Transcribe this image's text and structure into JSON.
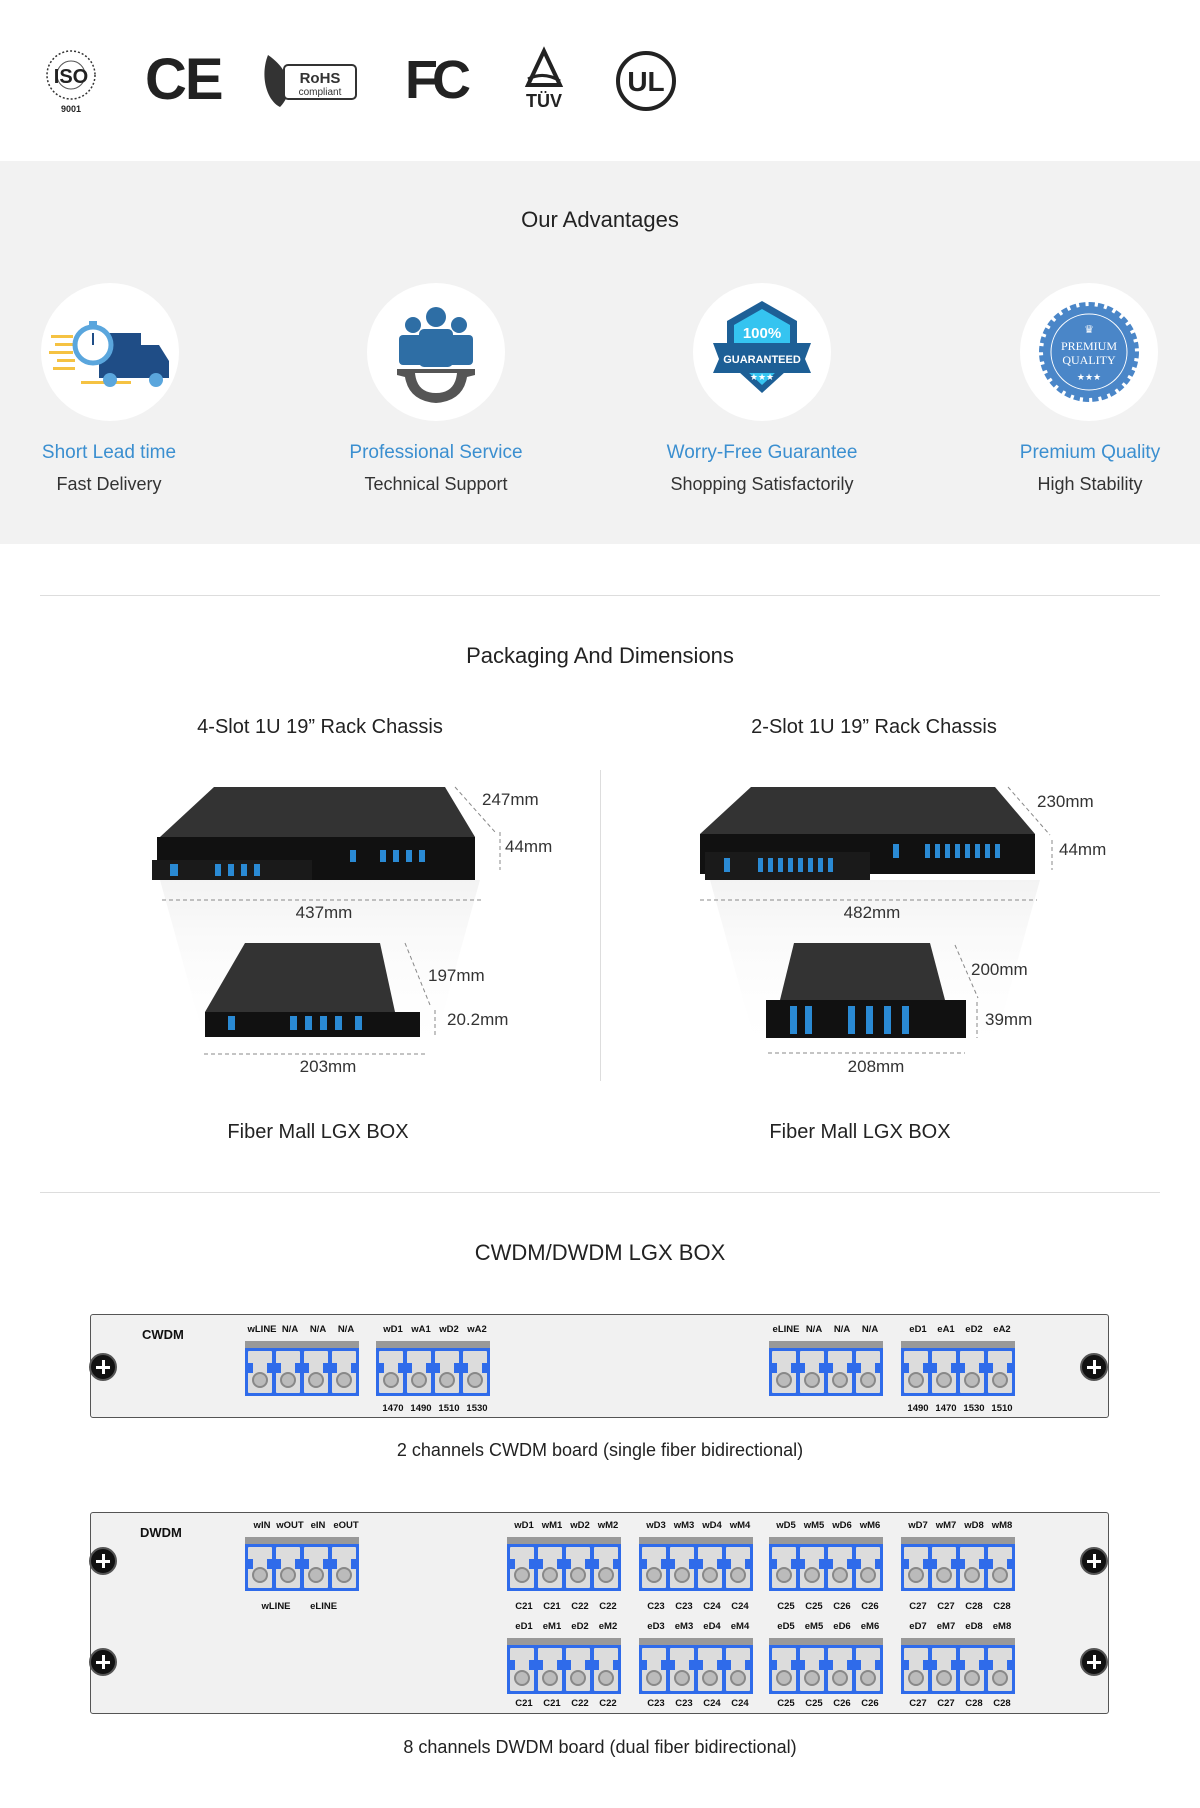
{
  "certifications": {
    "iso": "ISO",
    "iso_num": "9001",
    "ce": "CE",
    "rohs": "RoHS",
    "rohs_sub": "compliant",
    "fc": "FC",
    "tuv": "TÜV",
    "ul": "UL"
  },
  "advantages": {
    "title": "Our Advantages",
    "items": [
      {
        "icon": "delivery-truck-icon",
        "title": "Short Lead time",
        "subtitle": "Fast Delivery"
      },
      {
        "icon": "team-gear-icon",
        "title": "Professional Service",
        "subtitle": "Technical Support"
      },
      {
        "icon": "guarantee-badge-icon",
        "title": "Worry-Free Guarantee",
        "subtitle": "Shopping Satisfactorily"
      },
      {
        "icon": "premium-quality-seal-icon",
        "title": "Premium Quality",
        "subtitle": "High Stability"
      }
    ],
    "badge_text": {
      "guaranteed_pct": "100%",
      "guaranteed": "GUARANTEED",
      "premium": "PREMIUM",
      "quality": "QUALITY"
    }
  },
  "packaging": {
    "title": "Packaging And Dimensions",
    "left": {
      "title": "4-Slot 1U 19” Rack Chassis",
      "depth": "247mm",
      "height": "44mm",
      "width": "437mm",
      "box_depth": "197mm",
      "box_height": "20.2mm",
      "box_width": "203mm",
      "box_label": "Fiber Mall LGX BOX"
    },
    "right": {
      "title": "2-Slot 1U 19” Rack Chassis",
      "depth": "230mm",
      "height": "44mm",
      "width": "482mm",
      "box_depth": "200mm",
      "box_height": "39mm",
      "box_width": "208mm",
      "box_label": "Fiber Mall LGX BOX"
    }
  },
  "lgx": {
    "title": "CWDM/DWDM LGX BOX",
    "cwdm": {
      "label": "CWDM",
      "caption": "2 channels CWDM board (single fiber bidirectional)",
      "groups": [
        {
          "top": [
            "wLINE",
            "N/A",
            "N/A",
            "N/A"
          ],
          "bottom": []
        },
        {
          "top": [
            "wD1",
            "wA1",
            "wD2",
            "wA2"
          ],
          "bottom": [
            "1470",
            "1490",
            "1510",
            "1530"
          ]
        },
        {
          "top": [
            "eLINE",
            "N/A",
            "N/A",
            "N/A"
          ],
          "bottom": []
        },
        {
          "top": [
            "eD1",
            "eA1",
            "eD2",
            "eA2"
          ],
          "bottom": [
            "1490",
            "1470",
            "1530",
            "1510"
          ]
        }
      ]
    },
    "dwdm": {
      "label": "DWDM",
      "caption": "8 channels DWDM board (dual fiber bidirectional)",
      "line_group": {
        "top": [
          "wIN",
          "wOUT",
          "eIN",
          "eOUT"
        ],
        "bottom": [
          "wLINE",
          "eLINE"
        ]
      },
      "upper_groups": [
        {
          "top": [
            "wD1",
            "wM1",
            "wD2",
            "wM2"
          ],
          "bottom": [
            "C21",
            "C21",
            "C22",
            "C22"
          ]
        },
        {
          "top": [
            "wD3",
            "wM3",
            "wD4",
            "wM4"
          ],
          "bottom": [
            "C23",
            "C23",
            "C24",
            "C24"
          ]
        },
        {
          "top": [
            "wD5",
            "wM5",
            "wD6",
            "wM6"
          ],
          "bottom": [
            "C25",
            "C25",
            "C26",
            "C26"
          ]
        },
        {
          "top": [
            "wD7",
            "wM7",
            "wD8",
            "wM8"
          ],
          "bottom": [
            "C27",
            "C27",
            "C28",
            "C28"
          ]
        }
      ],
      "lower_groups": [
        {
          "top": [
            "eD1",
            "eM1",
            "eD2",
            "eM2"
          ],
          "bottom": [
            "C21",
            "C21",
            "C22",
            "C22"
          ]
        },
        {
          "top": [
            "eD3",
            "eM3",
            "eD4",
            "eM4"
          ],
          "bottom": [
            "C23",
            "C23",
            "C24",
            "C24"
          ]
        },
        {
          "top": [
            "eD5",
            "eM5",
            "eD6",
            "eM6"
          ],
          "bottom": [
            "C25",
            "C25",
            "C26",
            "C26"
          ]
        },
        {
          "top": [
            "eD7",
            "eM7",
            "eD8",
            "eM8"
          ],
          "bottom": [
            "C27",
            "C27",
            "C28",
            "C28"
          ]
        }
      ]
    }
  },
  "colors": {
    "accent": "#3b8fd0",
    "port_blue": "#2f6bea",
    "band": "#f2f2f2"
  }
}
